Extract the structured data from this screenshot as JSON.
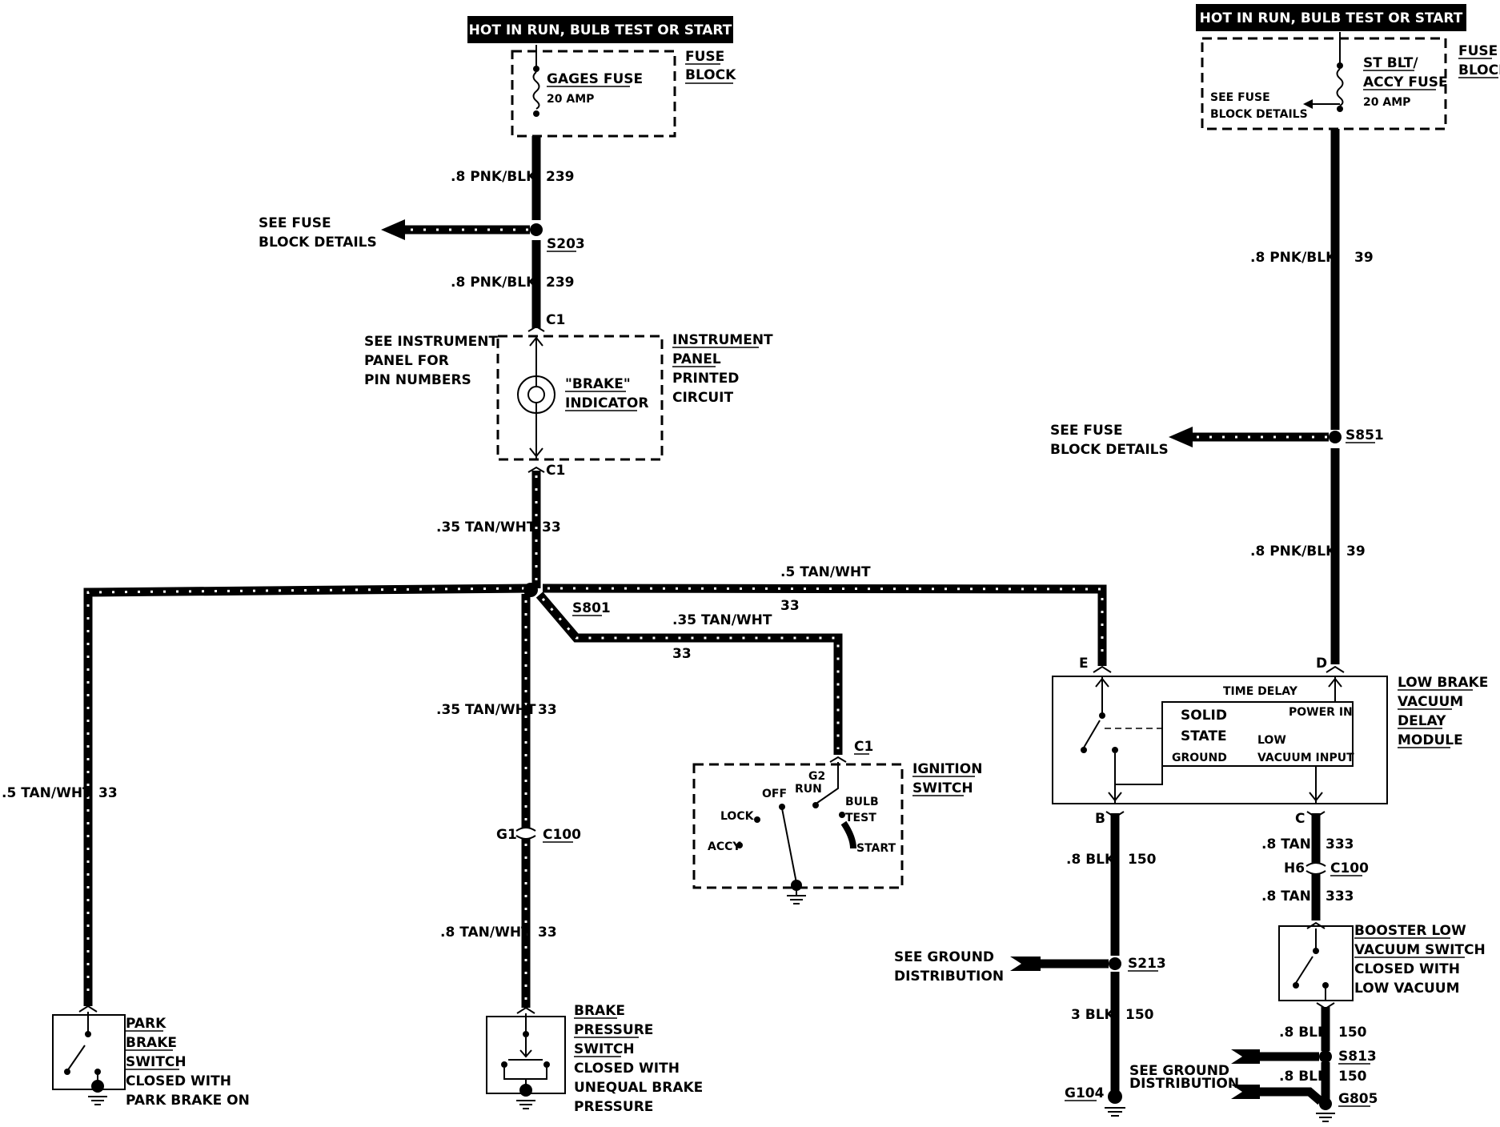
{
  "headers": {
    "left": "HOT IN RUN,  BULB TEST OR START",
    "right": "HOT IN RUN,  BULB TEST OR START"
  },
  "fuse_block": {
    "left_label_1": "FUSE",
    "left_label_2": "BLOCK",
    "right_label_1": "FUSE",
    "right_label_2": "BLOCK",
    "gages_fuse": "GAGES FUSE",
    "gages_amp": "20 AMP",
    "st_blt_1": "ST BLT/",
    "st_blt_2": "ACCY FUSE",
    "st_blt_amp": "20 AMP",
    "see_details_1": "SEE FUSE",
    "see_details_2": "BLOCK DETAILS"
  },
  "left_circuit": {
    "wire_239_a": ".8 PNK/BLK",
    "num_239_a": "239",
    "splice_s203": "S203",
    "see_fuse_1": "SEE FUSE",
    "see_fuse_2": "BLOCK DETAILS",
    "wire_239_b": ".8 PNK/BLK",
    "num_239_b": "239",
    "c1_top": "C1",
    "see_instr_1": "SEE INSTRUMENT",
    "see_instr_2": "PANEL FOR",
    "see_instr_3": "PIN NUMBERS",
    "brake_ind_1": "\"BRAKE\"",
    "brake_ind_2": "INDICATOR",
    "ipc_1": "INSTRUMENT",
    "ipc_2": "PANEL",
    "ipc_3": "PRINTED",
    "ipc_4": "CIRCUIT",
    "c1_bottom": "C1",
    "wire_33_a": ".35 TAN/WHT",
    "num_33_a": "33",
    "splice_s801": "S801",
    "wire_33_right": ".5 TAN/WHT",
    "num_33_right": "33",
    "wire_33_ign": ".35 TAN/WHT",
    "num_33_ign": "33",
    "wire_33_center": ".35 TAN/WHT",
    "num_33_center": "33",
    "wire_33_left": ".5 TAN/WHT",
    "num_33_left": "33",
    "g1": "G1",
    "c100": "C100",
    "wire_33_bottom": ".8 TAN/WHT",
    "num_33_bottom": "33"
  },
  "ignition_switch": {
    "c1": "C1",
    "label_1": "IGNITION",
    "label_2": "SWITCH",
    "g2": "G2",
    "run": "RUN",
    "off": "OFF",
    "lock": "LOCK",
    "accy": "ACCY",
    "bulb": "BULB",
    "test": "TEST",
    "start": "START"
  },
  "park_brake_switch": {
    "label_1": "PARK",
    "label_2": "BRAKE",
    "label_3": "SWITCH",
    "label_4": "CLOSED WITH",
    "label_5": "PARK BRAKE ON"
  },
  "brake_pressure_switch": {
    "label_1": "BRAKE",
    "label_2": "PRESSURE",
    "label_3": "SWITCH",
    "label_4": "CLOSED WITH",
    "label_5": "UNEQUAL BRAKE",
    "label_6": "PRESSURE"
  },
  "right_circuit": {
    "wire_39_a": ".8 PNK/BLK",
    "num_39_a": "39",
    "splice_s851": "S851",
    "see_fuse_1": "SEE FUSE",
    "see_fuse_2": "BLOCK DETAILS",
    "wire_39_b": ".8 PNK/BLK",
    "num_39_b": "39",
    "pin_e": "E",
    "pin_d": "D",
    "pin_b": "B",
    "pin_c": "C",
    "wire_150_a": ".8 BLK",
    "num_150_a": "150",
    "see_ground_1": "SEE GROUND",
    "see_ground_2": "DISTRIBUTION",
    "splice_s213": "S213",
    "wire_150_b": "3 BLK",
    "num_150_b": "150",
    "see_ground_b1": "SEE GROUND",
    "see_ground_b2": "DISTRIBUTION",
    "g104": "G104",
    "wire_333_a": ".8 TAN",
    "num_333_a": "333",
    "h6": "H6",
    "c100": "C100",
    "wire_333_b": ".8 TAN",
    "num_333_b": "333",
    "booster_1": "BOOSTER LOW",
    "booster_2": "VACUUM SWITCH",
    "booster_3": "CLOSED WITH",
    "booster_4": "LOW VACUUM",
    "wire_150_c": ".8 BLK",
    "num_150_c": "150",
    "splice_s813": "S813",
    "wire_150_d": ".8 BLK",
    "num_150_d": "150",
    "g805": "G805"
  },
  "delay_module": {
    "time_delay": "TIME DELAY",
    "solid": "SOLID",
    "state": "STATE",
    "ground": "GROUND",
    "power_in": "POWER IN",
    "low": "LOW",
    "vacuum_input": "VACUUM INPUT",
    "label_1": "LOW BRAKE",
    "label_2": "VACUUM",
    "label_3": "DELAY",
    "label_4": "MODULE"
  }
}
